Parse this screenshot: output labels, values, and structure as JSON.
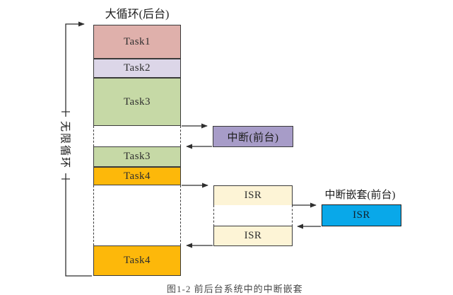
{
  "title": "大循环(后台)",
  "loop_label": "无限循环",
  "column": {
    "segments": [
      {
        "label": "Task1",
        "color": "#dfb0ab"
      },
      {
        "label": "Task2",
        "color": "#dcd6e8"
      },
      {
        "label": "Task3",
        "color": "#c6d9a6"
      },
      {
        "label": "Task3",
        "color": "#c6d9a6"
      },
      {
        "label": "Task4",
        "color": "#fdb80a"
      },
      {
        "label": "Task4",
        "color": "#fdb80a"
      }
    ]
  },
  "interrupt": {
    "label": "中断(前台)",
    "color": "#a79cc8"
  },
  "isr": {
    "first_label": "ISR",
    "second_label": "ISR",
    "color": "#fdf4d6"
  },
  "nested_interrupt": {
    "title": "中断嵌套(前台)",
    "isr_label": "ISR",
    "color": "#09a8e9"
  },
  "caption": "图1-2 前后台系统中的中断嵌套",
  "line_color": "#2f2f2f"
}
